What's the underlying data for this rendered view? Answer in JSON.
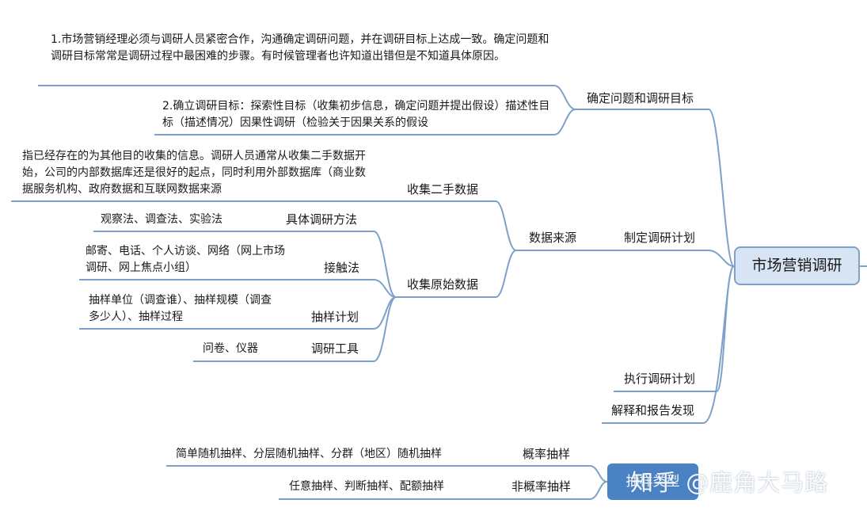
{
  "root": {
    "label": "市场营销调研"
  },
  "branches": {
    "define": {
      "label": "确定问题和调研目标",
      "note1": "1.市场营销经理必须与调研人员紧密合作，沟通确定调研问题，并在调研目标上达成一致。确定问题和调研目标常常是调研过程中最困难的步骤。有时候管理者也许知道出错但是不知道具体原因。",
      "note2": "2.确立调研目标：探索性目标（收集初步信息，确定问题并提出假设）描述性目标（描述情况）因果性调研（检验关于因果关系的假设"
    },
    "plan": {
      "label": "制定调研计划",
      "data_source": {
        "label": "数据来源",
        "secondary": {
          "label": "收集二手数据",
          "note": "指已经存在的为其他目的收集的信息。调研人员通常从收集二手数据开始，公司的内部数据库还是很好的起点，同时利用外部数据库（商业数据服务机构、政府数据和互联网数据来源"
        },
        "primary": {
          "label": "收集原始数据",
          "methods": {
            "label": "具体调研方法",
            "detail": "观察法、调查法、实验法"
          },
          "contact": {
            "label": "接触法",
            "detail": "邮寄、电话、个人访谈、网络（网上市场调研、网上焦点小组）"
          },
          "sampling_plan": {
            "label": "抽样计划",
            "detail": "抽样单位（调查谁）、抽样规模（调查多少人）、抽样过程"
          },
          "tools": {
            "label": "调研工具",
            "detail": "问卷、仪器"
          }
        }
      }
    },
    "execute": {
      "label": "执行调研计划"
    },
    "report": {
      "label": "解释和报告发现"
    }
  },
  "sampling_type": {
    "label": "抽样类型",
    "probability": {
      "label": "概率抽样",
      "detail": "简单随机抽样、分层随机抽样、分群（地区）随机抽样"
    },
    "non_probability": {
      "label": "非概率抽样",
      "detail": "任意抽样、判断抽样、配额抽样"
    }
  },
  "watermark": "知乎 @鹿角大马路",
  "colors": {
    "line": "#7ea1c9",
    "root_fill": "#d6e4f3",
    "sampling_fill": "#4a82c4"
  }
}
